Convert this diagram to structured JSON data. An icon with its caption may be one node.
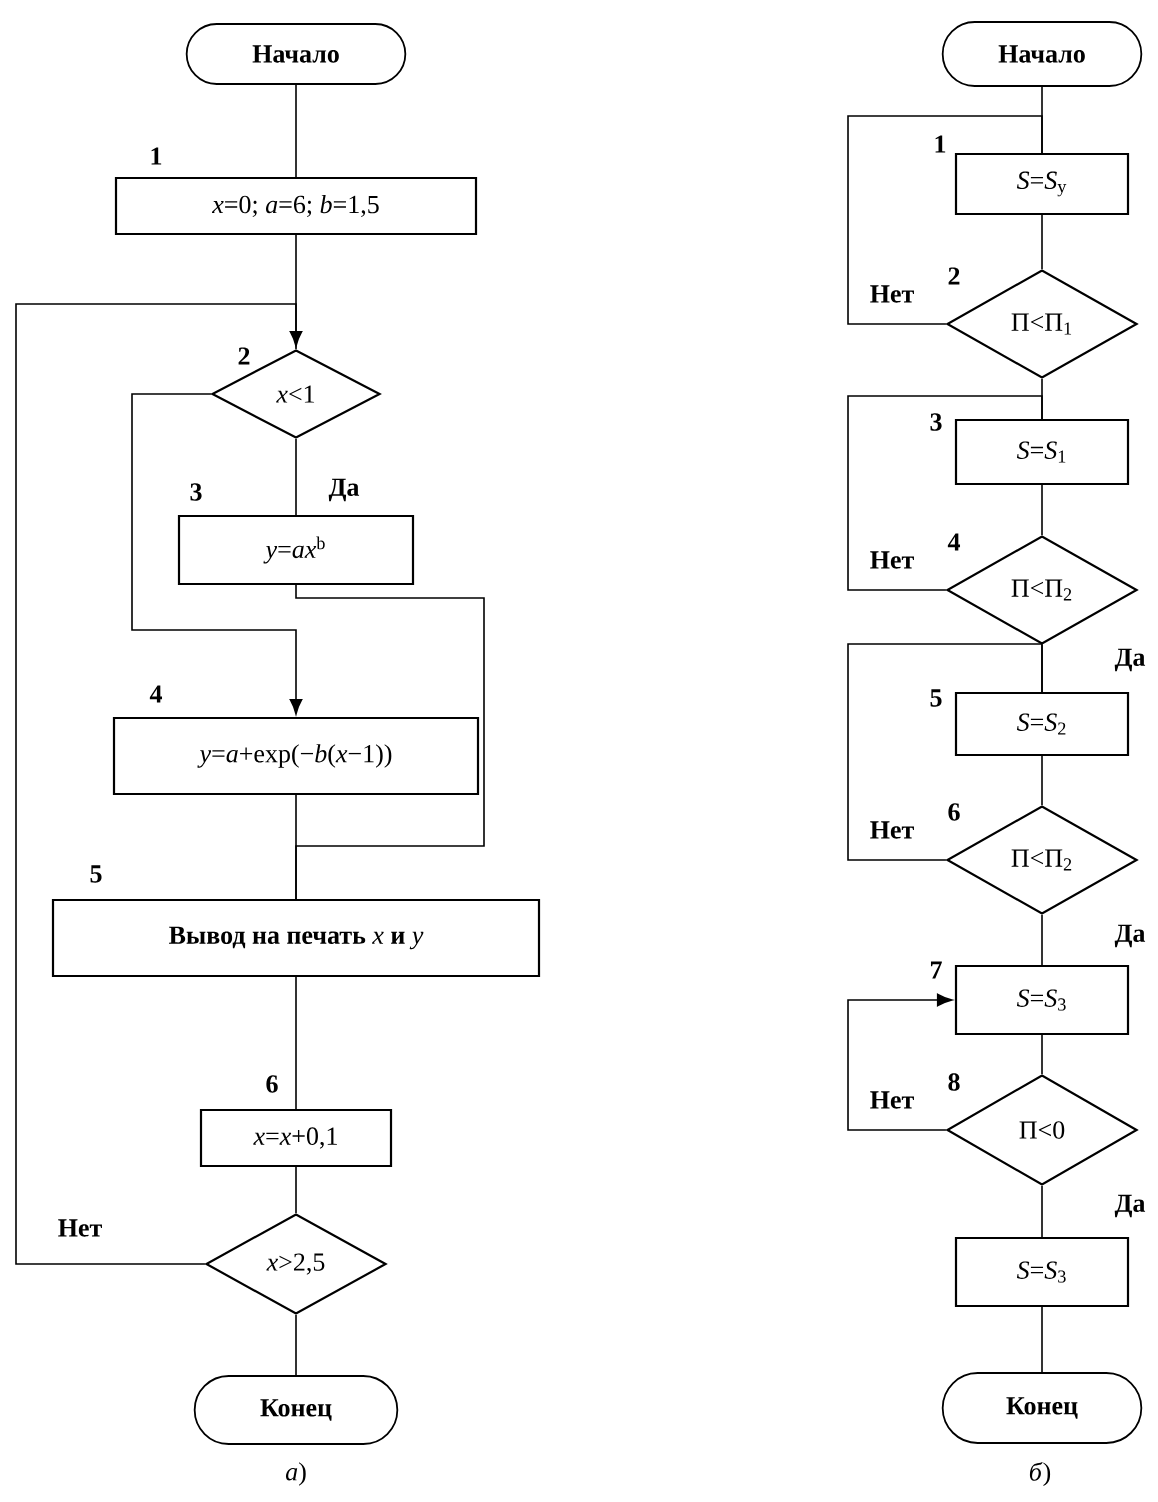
{
  "diagram": {
    "nodes": [
      {
        "text": [
          "Начало"
        ]
      },
      {
        "text": [
          "*x*=0; *a*=6; *b*=1,5"
        ],
        "beside": [
          "1"
        ]
      },
      {
        "text": [
          "*x*<1"
        ],
        "beside": [
          "2"
        ]
      },
      {
        "text": [
          "*y*=*ax*$^{b}$"
        ],
        "beside": [
          "3"
        ]
      },
      {
        "text": [
          "*y*=*a*+exp(−*b*(*x*−1))"
        ],
        "beside": [
          "4"
        ]
      },
      {
        "text": [
          "**Вывод на печать** *x* **и** *y*"
        ],
        "beside": [
          "5"
        ]
      },
      {
        "text": [
          "*x*=*x*+0,1"
        ],
        "beside": [
          "6"
        ]
      },
      {
        "text": [
          "*x*>2,5"
        ]
      },
      {
        "text": [
          "Конец"
        ]
      },
      {
        "text": [
          "Начало"
        ]
      },
      {
        "text": [
          "*S*=*S*$_{у}$"
        ],
        "beside": [
          "1"
        ]
      },
      {
        "text": [
          "П<П$_{1}$"
        ],
        "beside": [
          "2"
        ]
      },
      {
        "text": [
          "*S*=*S*$_{1}$"
        ],
        "beside": [
          "3"
        ]
      },
      {
        "text": [
          "П<П$_{2}$"
        ],
        "beside": [
          "4"
        ]
      },
      {
        "text": [
          "*S*=*S*$_{2}$"
        ],
        "beside": [
          "5"
        ]
      },
      {
        "text": [
          "П<П$_{2}$"
        ],
        "beside": [
          "6"
        ]
      },
      {
        "text": [
          "*S*=*S*$_{3}$"
        ],
        "beside": [
          "7"
        ]
      },
      {
        "text": [
          "П<0"
        ],
        "beside": [
          "8"
        ]
      },
      {
        "text": [
          "*S*=*S*$_{3}$"
        ]
      },
      {
        "text": [
          "Конец"
        ]
      }
    ],
    "edges": [
      {
        "from": 0,
        "to": 1,
        "arrow": "none"
      },
      {
        "from": 1,
        "to": 2,
        "arrow": "none"
      },
      {
        "from": 2,
        "to": 3,
        "arrow": "none",
        "label": "Да"
      },
      {
        "from": 2,
        "to": 4,
        "arrow": "to"
      },
      {
        "from": 3,
        "to": 5,
        "arrow": "none"
      },
      {
        "from": 4,
        "to": 5,
        "arrow": "none"
      },
      {
        "from": 5,
        "to": 6,
        "arrow": "none"
      },
      {
        "from": 6,
        "to": 7,
        "arrow": "none"
      },
      {
        "from": 7,
        "to": 2,
        "arrow": "to",
        "label": "Нет"
      },
      {
        "from": 7,
        "to": 8,
        "arrow": "none"
      },
      {
        "from": 9,
        "to": 10,
        "arrow": "none"
      },
      {
        "from": 10,
        "to": 11,
        "arrow": "none"
      },
      {
        "from": 11,
        "to": 10,
        "arrow": "none",
        "label": "Нет"
      },
      {
        "from": 11,
        "to": 12,
        "arrow": "none"
      },
      {
        "from": 12,
        "to": 13,
        "arrow": "none"
      },
      {
        "from": 13,
        "to": 12,
        "arrow": "none",
        "label": "Нет"
      },
      {
        "from": 13,
        "to": 14,
        "arrow": "none",
        "label": "Да"
      },
      {
        "from": 14,
        "to": 15,
        "arrow": "none"
      },
      {
        "from": 15,
        "to": 14,
        "arrow": "none",
        "label": "Нет"
      },
      {
        "from": 15,
        "to": 16,
        "arrow": "none",
        "label": "Да"
      },
      {
        "from": 16,
        "to": 17,
        "arrow": "none"
      },
      {
        "from": 17,
        "to": 16,
        "arrow": "to",
        "label": "Нет"
      },
      {
        "from": 17,
        "to": 18,
        "arrow": "none",
        "label": "Да"
      },
      {
        "from": 18,
        "to": 19,
        "arrow": "none"
      }
    ],
    "labels": [
      "*а*)",
      "*б*)"
    ]
  }
}
